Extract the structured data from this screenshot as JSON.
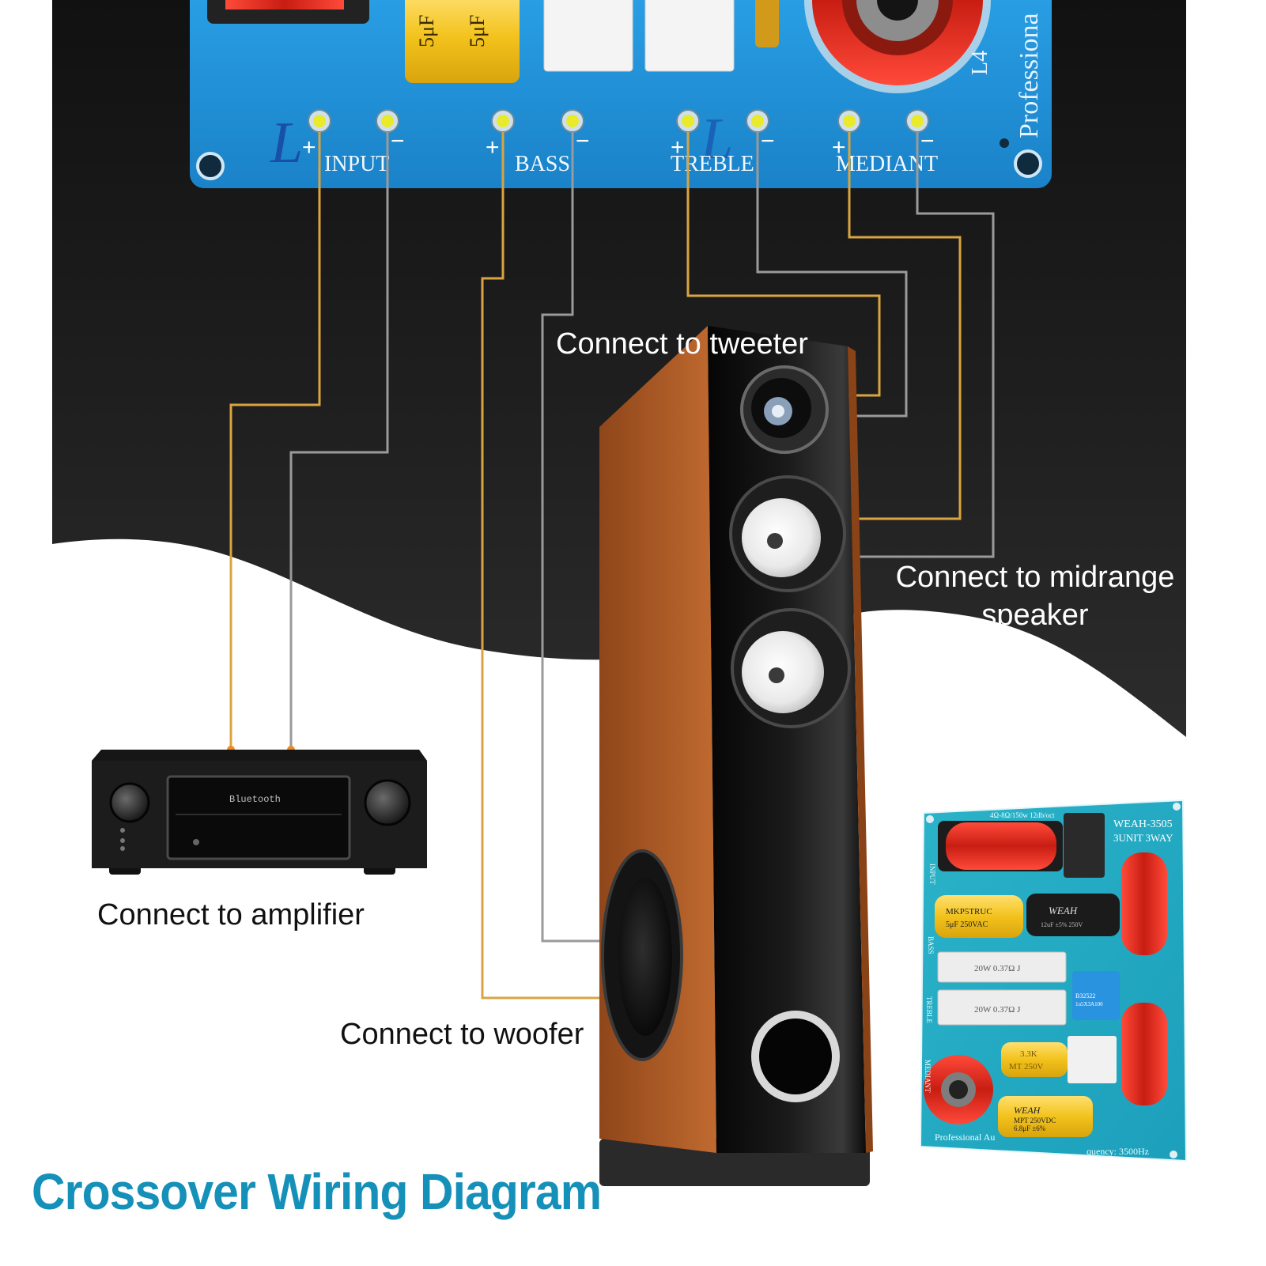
{
  "board": {
    "letter_left": "L",
    "letter_right": "L",
    "brand_vertical": "Professiona",
    "coil_label": "L4",
    "cap_text_1": "5μF",
    "cap_text_2": "5μF",
    "terminals": [
      {
        "group": "INPUT",
        "plus": "+",
        "minus": "−"
      },
      {
        "group": "BASS",
        "plus": "+",
        "minus": "−"
      },
      {
        "group": "TREBLE",
        "plus": "+",
        "minus": "−"
      },
      {
        "group": "MEDIANT",
        "plus": "+",
        "minus": "−"
      }
    ]
  },
  "labels": {
    "tweeter": "Connect to tweeter",
    "midrange": "Connect to midrange speaker",
    "amplifier": "Connect to amplifier",
    "woofer": "Connect to woofer"
  },
  "title": "Crossover Wiring Diagram",
  "amp_display": "Bluetooth",
  "inset_board": {
    "model": "WEAH-3505",
    "type": "3UNIT 3WAY",
    "spec": "4Ω-8Ω/150w 12db/oct",
    "side_labels": [
      "INPUT",
      "BASS",
      "TREBLE",
      "MEDIANT"
    ],
    "cap1": [
      "MKP5TRUC",
      "5μF 250VAC"
    ],
    "cap2": [
      "WEAH",
      "12uF ±5%  250V"
    ],
    "res1": "20W 0.37Ω J",
    "res2": "20W 0.37Ω J",
    "cap_blue": [
      "B32522",
      "1u5X3A100"
    ],
    "cap3": [
      "3.3K",
      "MT 250V"
    ],
    "cap4": [
      "WEAH",
      "MPT 250VDC",
      "6.8μF ±6%"
    ],
    "footer_left": "Professional Au",
    "footer_right": "quency: 3500Hz"
  },
  "colors": {
    "board_blue": "#1e8fd6",
    "dark_bg": "#161616",
    "wire_gold": "#d9a441",
    "wire_grey": "#9a9a9a",
    "wood": "#b05a25",
    "title_blue": "#1590b8",
    "terminal_yellow": "#e8ea2a"
  }
}
